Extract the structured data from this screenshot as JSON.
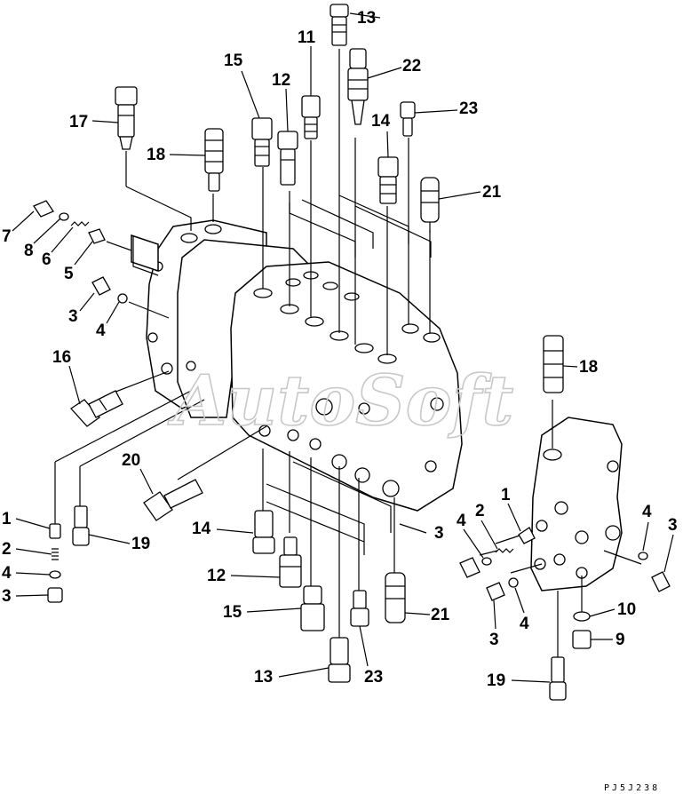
{
  "watermark": "AutoSoft",
  "drawing_code": "PJ5J238",
  "part_labels": [
    "1",
    "2",
    "3",
    "4",
    "5",
    "6",
    "7",
    "8",
    "9",
    "10",
    "11",
    "12",
    "13",
    "14",
    "15",
    "16",
    "17",
    "18",
    "19",
    "20",
    "21",
    "22",
    "23"
  ]
}
